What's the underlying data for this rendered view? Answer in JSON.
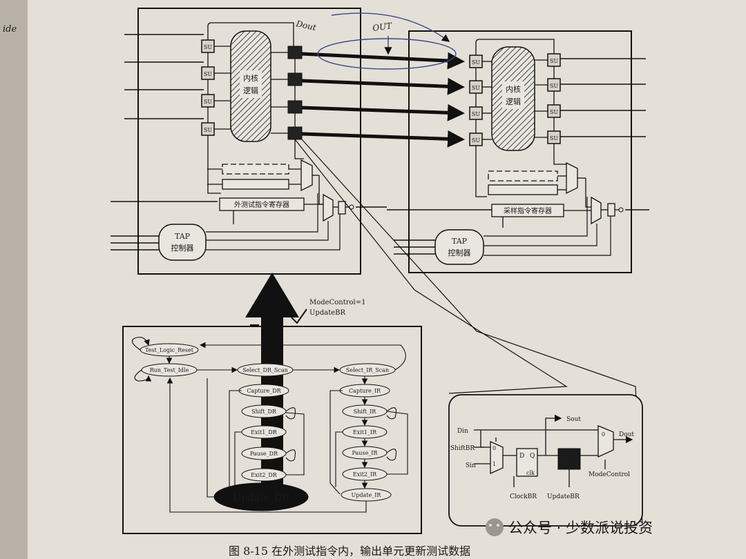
{
  "left_chip": {
    "core_label_line1": "内核",
    "core_label_line2": "逻辑",
    "instruction_register": "外测试指令寄存器",
    "tap_line1": "TAP",
    "tap_line2": "控制器"
  },
  "right_chip": {
    "core_label_line1": "内核",
    "core_label_line2": "逻辑",
    "instruction_register": "采样指令寄存器",
    "tap_line1": "TAP",
    "tap_line2": "控制器"
  },
  "cell_label": "SU",
  "handwritten": {
    "dout": "Dout",
    "out": "OUT",
    "side": "ide"
  },
  "arrow_annotation": {
    "line1": "ModeControl=1",
    "line2": "UpdateBR"
  },
  "fsm": {
    "test_logic_reset": "Test_Logic_Reset",
    "run_test_idle": "Run_Test_Idle",
    "dr_states": [
      "Select_DR_Scan",
      "Capture_DR",
      "Shift_DR",
      "Exit1_DR",
      "Pause_DR",
      "Exit2_DR"
    ],
    "update_dr": "Update_DR",
    "ir_states": [
      "Select_IR_Scan",
      "Capture_IR",
      "Shift_IR",
      "Exit1_IR",
      "Pause_IR",
      "Exit2_IR",
      "Update_IR"
    ]
  },
  "cell_detail": {
    "din": "Din",
    "shiftbr": "ShiftBR",
    "sin": "Sin",
    "sout": "Sout",
    "dout": "Dout",
    "d": "D",
    "q": "Q",
    "clk": "clk",
    "clockbr": "ClockBR",
    "updatebr": "UpdateBR",
    "modecontrol": "ModeControl",
    "mux_0": "0",
    "mux_1": "1"
  },
  "caption": "图 8-15   在外测试指令内，输出单元更新测试数据",
  "watermark": "公众号 · 少数派说投资"
}
